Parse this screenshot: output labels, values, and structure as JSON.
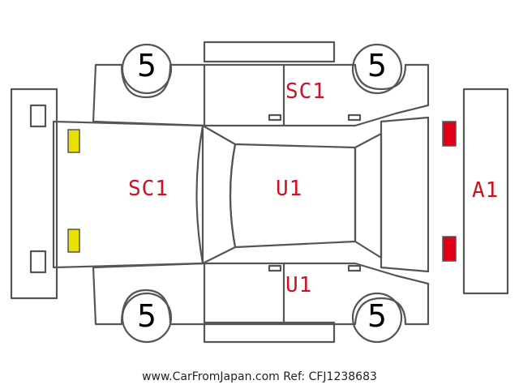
{
  "diagram": {
    "wheels": {
      "front_left": "5",
      "front_right": "5",
      "rear_left": "5",
      "rear_right": "5"
    },
    "labels": {
      "side_top": "SC1",
      "hood": "SC1",
      "roof": "U1",
      "side_bottom": "U1",
      "rear": "A1"
    },
    "colors": {
      "outline": "#555555",
      "label_red": "#cc1122",
      "headlight": "#e8e000",
      "taillight": "#e0001a"
    }
  },
  "footer": {
    "watermark": "www.CarFromJapan.com Ref: CFJ1238683"
  }
}
